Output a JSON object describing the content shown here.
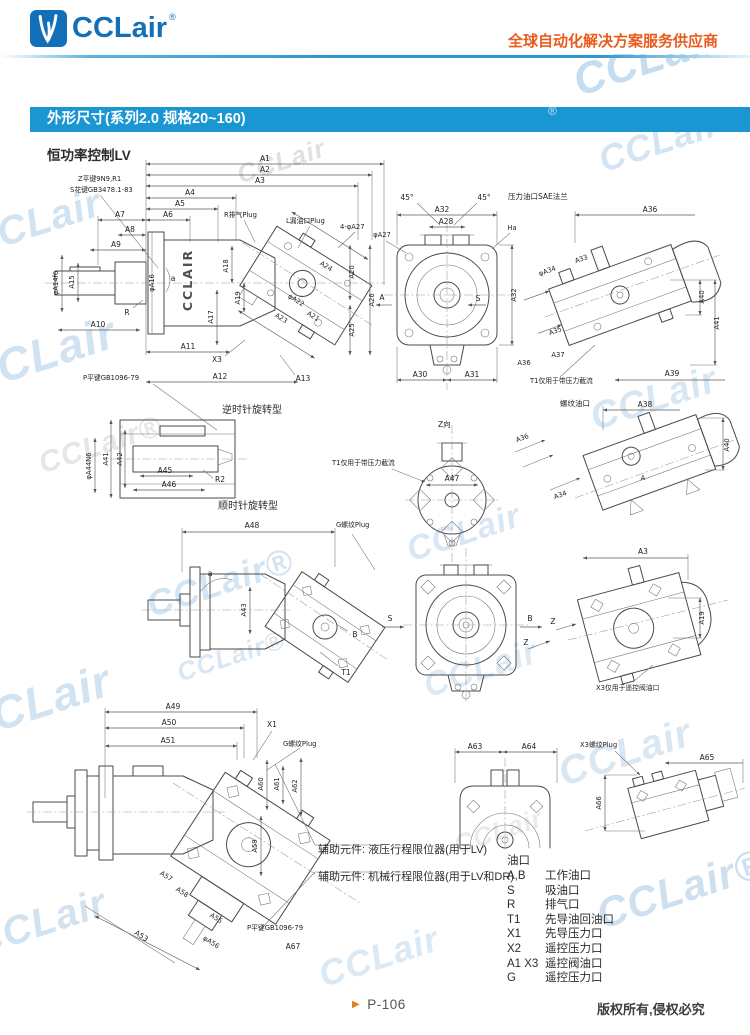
{
  "header": {
    "brand": "CCLair",
    "reg": "®",
    "tagline": "全球自动化解决方案服务供应商"
  },
  "title": {
    "text": "外形尺寸(系列2.0 规格20~160)"
  },
  "subtitle": "恒功率控制LV",
  "watermark": {
    "text": "CCLair",
    "text_reg": "CCLair®",
    "reg": "®"
  },
  "captions": {
    "ccw": "逆时针旋转型",
    "cw": "顺时针旋转型",
    "t1_note": "T1仅用于带压力截流",
    "sae": "压力油口SAE法兰",
    "thread_port": "螺纹油口",
    "z_view": "Z向",
    "x3_note": "X3仅用于遥控阀油口"
  },
  "aux": {
    "line1": "辅助元件: 液压行程限位器(用于LV)",
    "line2": "辅助元件: 机械行程限位器(用于LV和DR)"
  },
  "legend": {
    "title": "油口",
    "items": [
      {
        "k": "A,B",
        "v": "工作油口"
      },
      {
        "k": "S",
        "v": "吸油口"
      },
      {
        "k": "R",
        "v": "排气口"
      },
      {
        "k": "T1",
        "v": "先导油回油口"
      },
      {
        "k": "X1",
        "v": "先导压力口"
      },
      {
        "k": "X2",
        "v": "遥控压力口"
      },
      {
        "k": "A1 X3",
        "v": "遥控阀油口"
      },
      {
        "k": "G",
        "v": "遥控压力口"
      }
    ]
  },
  "footer": {
    "marker": "▶",
    "page": "P-106",
    "copyright": "版权所有,侵权必究"
  },
  "d1": {
    "brand": "CCLAIR",
    "note_spline1": "Z平键9N9,R1",
    "note_spline2": "S花键GB3478.1-83",
    "note_vent": "R排气Plug",
    "note_drain": "L漏油口Plug",
    "note_holes": "4-φA27",
    "dims": [
      "A1",
      "A2",
      "A3",
      "A4",
      "A5",
      "A6",
      "A7",
      "A8",
      "A9",
      "A10",
      "A11",
      "A12",
      "A13",
      "φA14f6",
      "A15",
      "φA16",
      "A17",
      "A18",
      "A19",
      "A20",
      "A21",
      "φA22",
      "A23",
      "A24",
      "A25",
      "A26",
      "X3",
      "R",
      "a"
    ]
  },
  "d2": {
    "dims": [
      "45°",
      "45°",
      "A32",
      "A28",
      "φA27",
      "A32",
      "S",
      "A30",
      "A31",
      "A",
      "Ha"
    ]
  },
  "d3": {
    "dims": [
      "A36",
      "φA34",
      "A33",
      "A35",
      "A37",
      "A36",
      "A39",
      "A40",
      "A41"
    ]
  },
  "d4": {
    "note_key": "P平键GB1096-79",
    "dims": [
      "A41",
      "A42",
      "φA44N6",
      "A45",
      "A46",
      "R2"
    ]
  },
  "d5": {
    "dims": [
      "A47"
    ]
  },
  "d6": {
    "dims": [
      "A38",
      "A36",
      "A34",
      "A40",
      "A"
    ]
  },
  "d7": {
    "note_plug": "G螺纹Plug",
    "dims": [
      "A48",
      "A43",
      "B",
      "T1",
      "a"
    ]
  },
  "d8": {
    "dims": [
      "S",
      "B",
      "Z"
    ]
  },
  "d9": {
    "dims": [
      "A3",
      "A19",
      "Z"
    ]
  },
  "d10": {
    "note_plug": "G螺纹Plug",
    "note_key": "P平键GB1096-79",
    "dims": [
      "A49",
      "A50",
      "A51",
      "X1",
      "A60",
      "A61",
      "A62",
      "A59",
      "A57",
      "A58",
      "A55",
      "φA56",
      "A53",
      "A67"
    ]
  },
  "d11": {
    "note_plug": "X3螺纹Plug",
    "dims": [
      "A63",
      "A64",
      "A65",
      "A66"
    ]
  }
}
